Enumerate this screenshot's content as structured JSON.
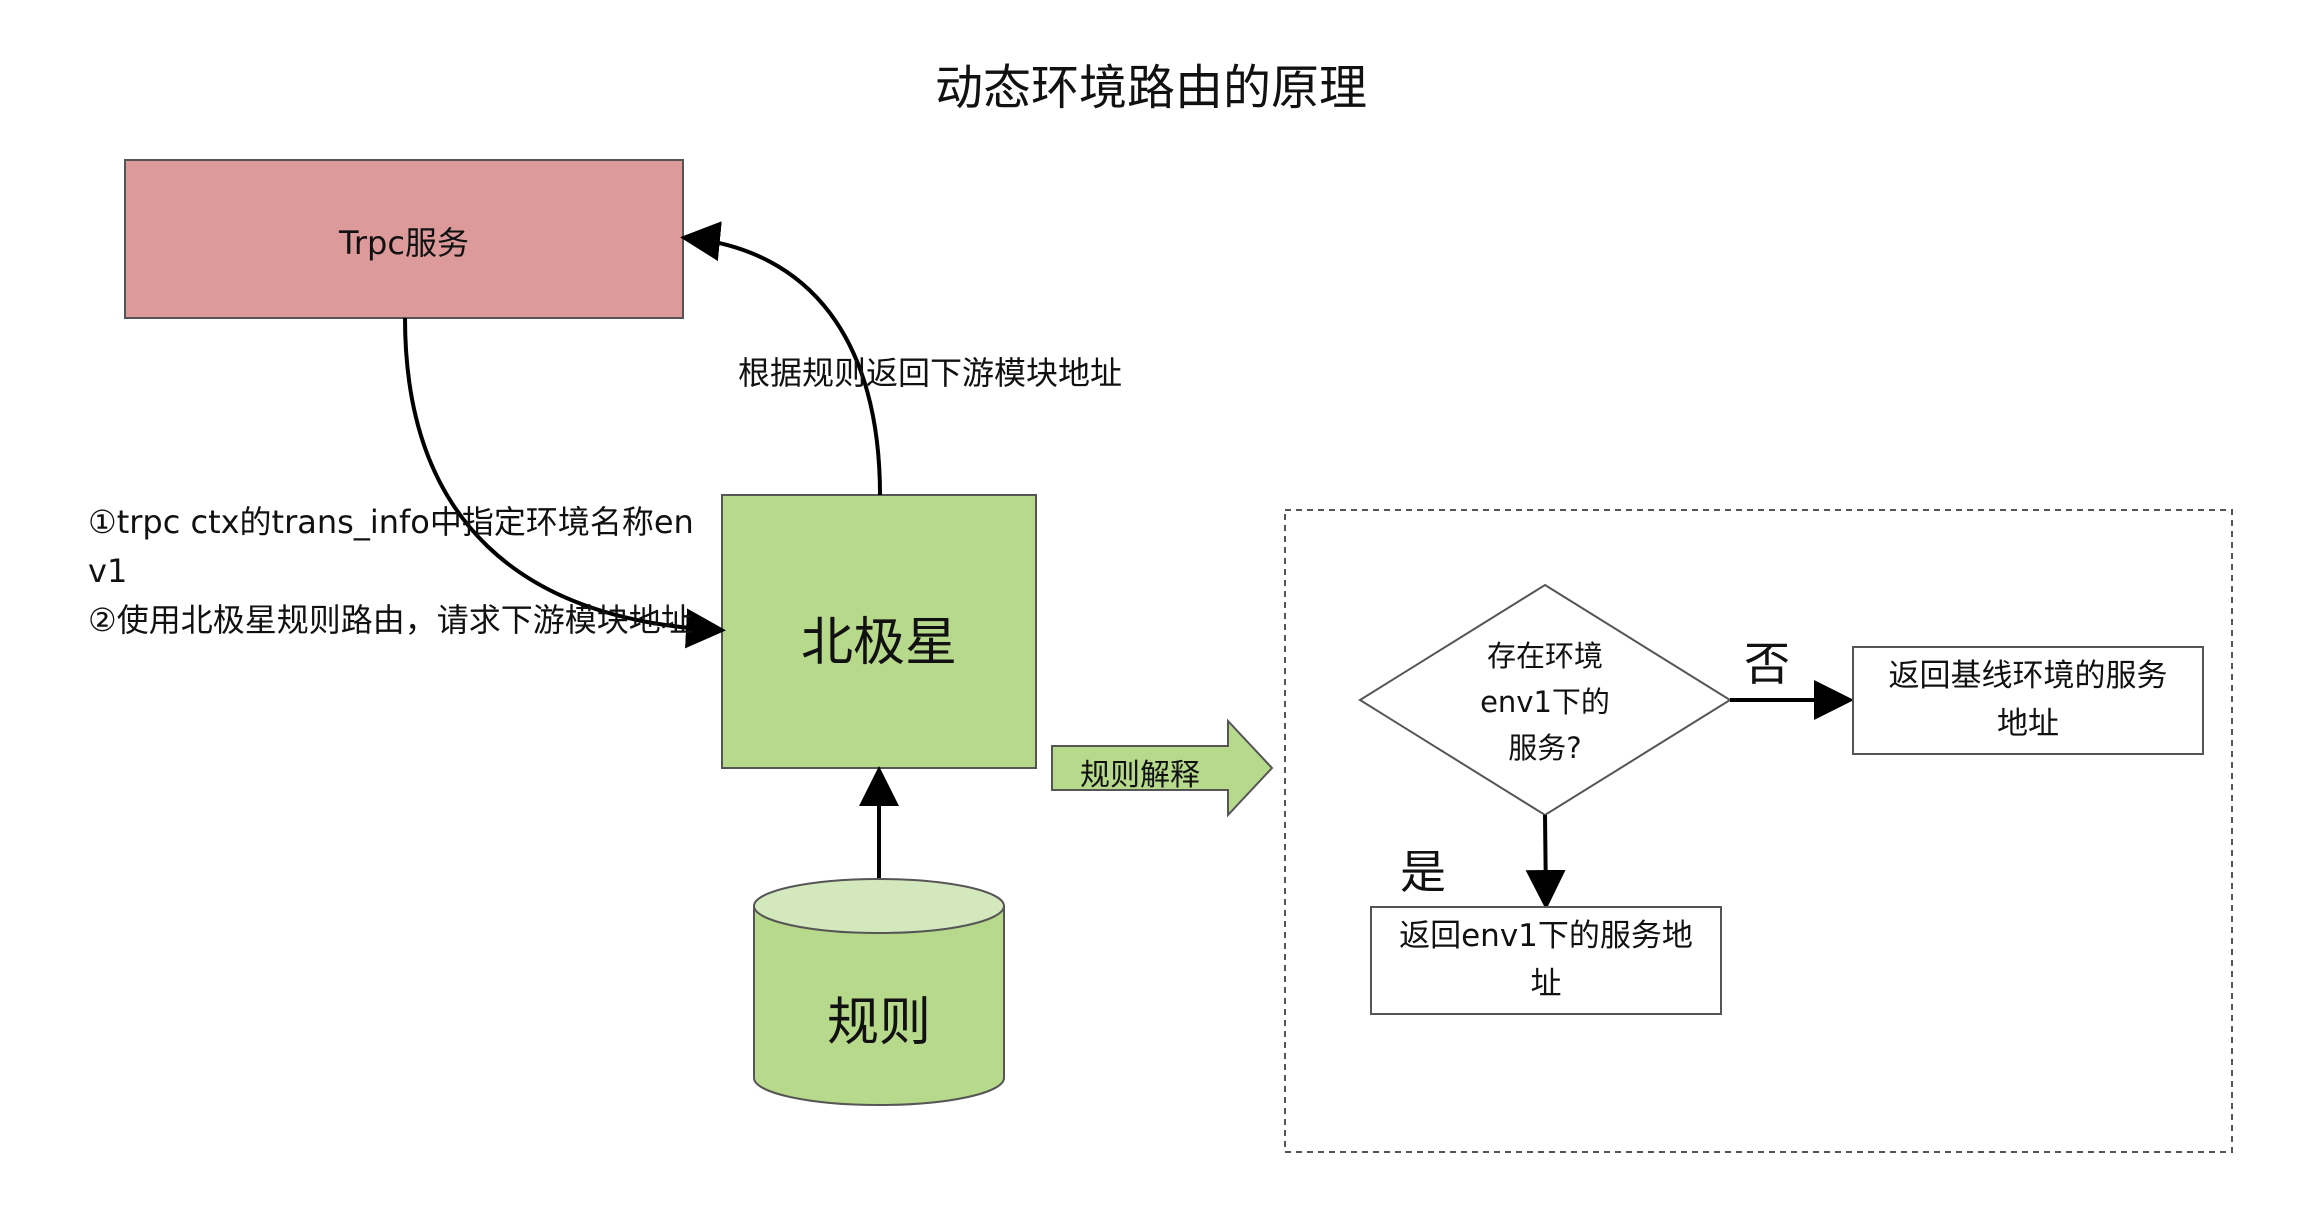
{
  "title": "动态环境路由的原理",
  "nodes": {
    "trpc_service": "Trpc服务",
    "polaris": "北极星",
    "rules": "规则",
    "rule_parse": "规则解释",
    "decision_line1": "存在环境",
    "decision_line2": "env1下的",
    "decision_line3": "服务?",
    "return_env1_line1": "返回env1下的服务地",
    "return_env1_line2": "址",
    "return_base_line1": "返回基线环境的服务",
    "return_base_line2": "地址"
  },
  "edges": {
    "return_downstream": "根据规则返回下游模块地址",
    "yes": "是",
    "no": "否"
  },
  "note": {
    "line1": "①trpc ctx的trans_info中指定环境名称env1",
    "line2": "②使用北极星规则路由，请求下游模块地址"
  },
  "colors": {
    "trpc_fill": "#dc9a9b",
    "green_fill": "#b7d98b",
    "cylinder_top": "#d4e8bd",
    "stroke": "#555555"
  }
}
